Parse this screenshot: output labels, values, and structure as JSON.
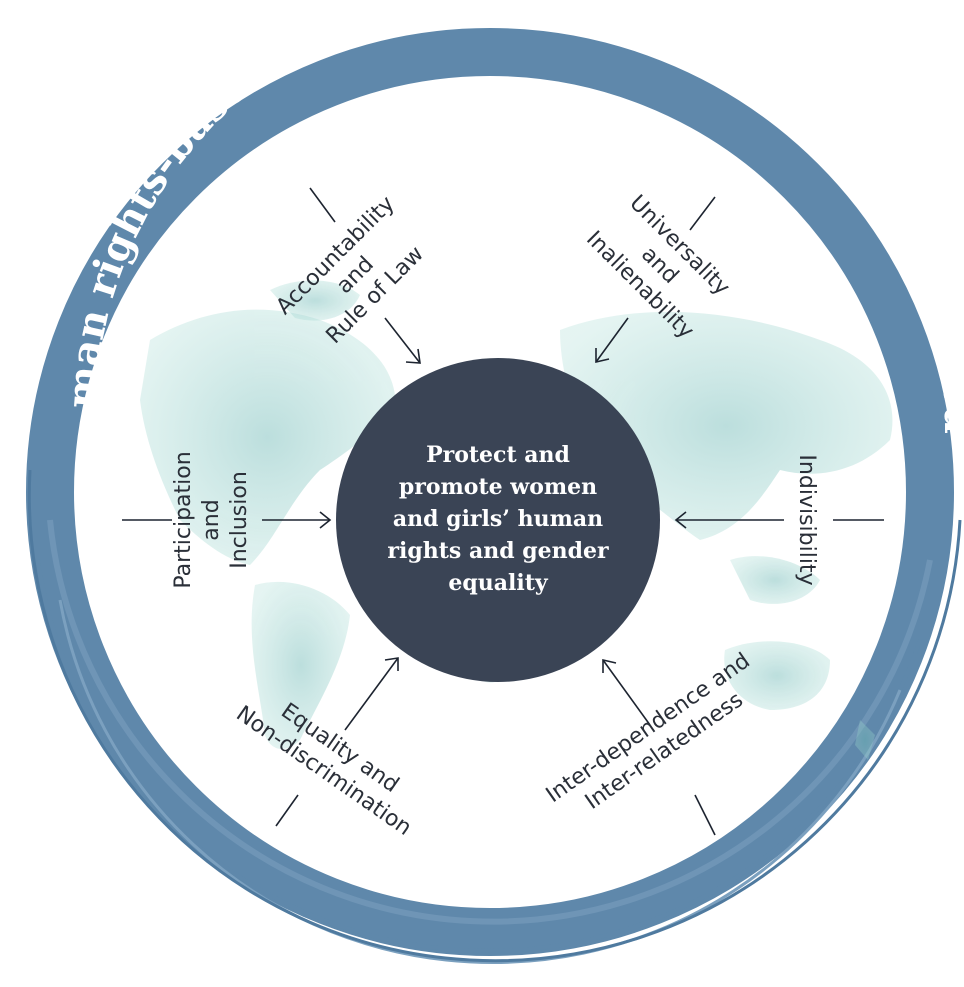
{
  "title": "A human rights-based approach to international peace and security",
  "center": {
    "lines": [
      "Protect and",
      "promote women",
      "and girls’ human",
      "rights and gender",
      "equality"
    ]
  },
  "principles": {
    "accountability": [
      "Accountability",
      "and",
      "Rule of Law"
    ],
    "universality": [
      "Universality",
      "and",
      "Inalienability"
    ],
    "participation": [
      "Participation",
      "and",
      "Inclusion"
    ],
    "indivisibility": [
      "Indivisibility"
    ],
    "equality": [
      "Equality and",
      "Non-discrimination"
    ],
    "interdependence": [
      "Inter-dependence and",
      "Inter-relatedness"
    ]
  },
  "colors": {
    "ring": "#5f88ab",
    "center": "#3a4455",
    "map": "#8fcdc6",
    "line": "#1d2430"
  }
}
